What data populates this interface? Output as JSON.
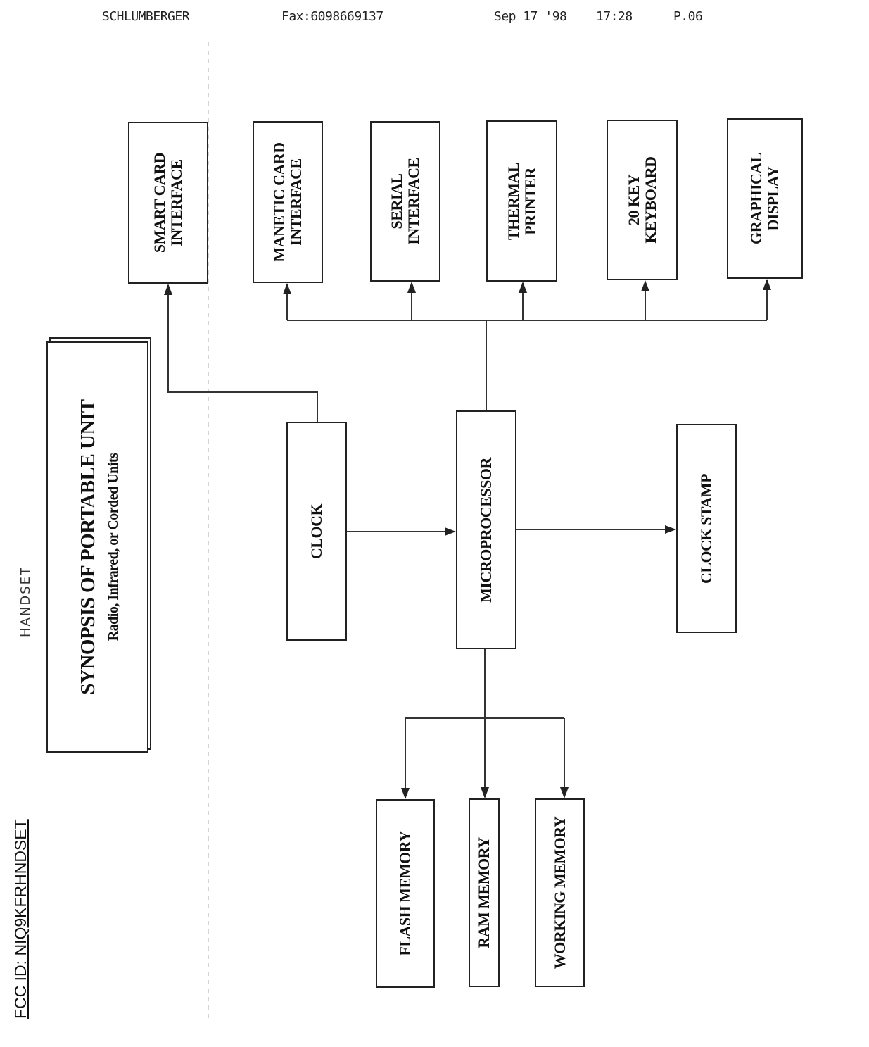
{
  "fax_header": {
    "company": "SCHLUMBERGER",
    "fax": "Fax:6098669137",
    "date": "Sep 17 '98",
    "time": "17:28",
    "page": "P.06"
  },
  "fcc_id": "FCC ID: NIQ9KFRHNDSET",
  "handwritten_note": "HANDSET",
  "title": {
    "main": "SYNOPSIS OF PORTABLE UNIT",
    "subtitle": "Radio, Infrared, or Corded Units"
  },
  "blocks": {
    "smart_card": "SMART CARD\nINTERFACE",
    "magnetic_card": "MANETIC CARD\nINTERFACE",
    "serial": "SERIAL\nINTERFACE",
    "thermal": "THERMAL\nPRINTER",
    "keyboard": "20 KEY\nKEYBOARD",
    "display": "GRAPHICAL\nDISPLAY",
    "clock": "CLOCK",
    "microprocessor": "MICROPROCESSOR",
    "clock_stamp": "CLOCK STAMP",
    "flash": "FLASH MEMORY",
    "ram": "RAM MEMORY",
    "working": "WORKING MEMORY"
  }
}
